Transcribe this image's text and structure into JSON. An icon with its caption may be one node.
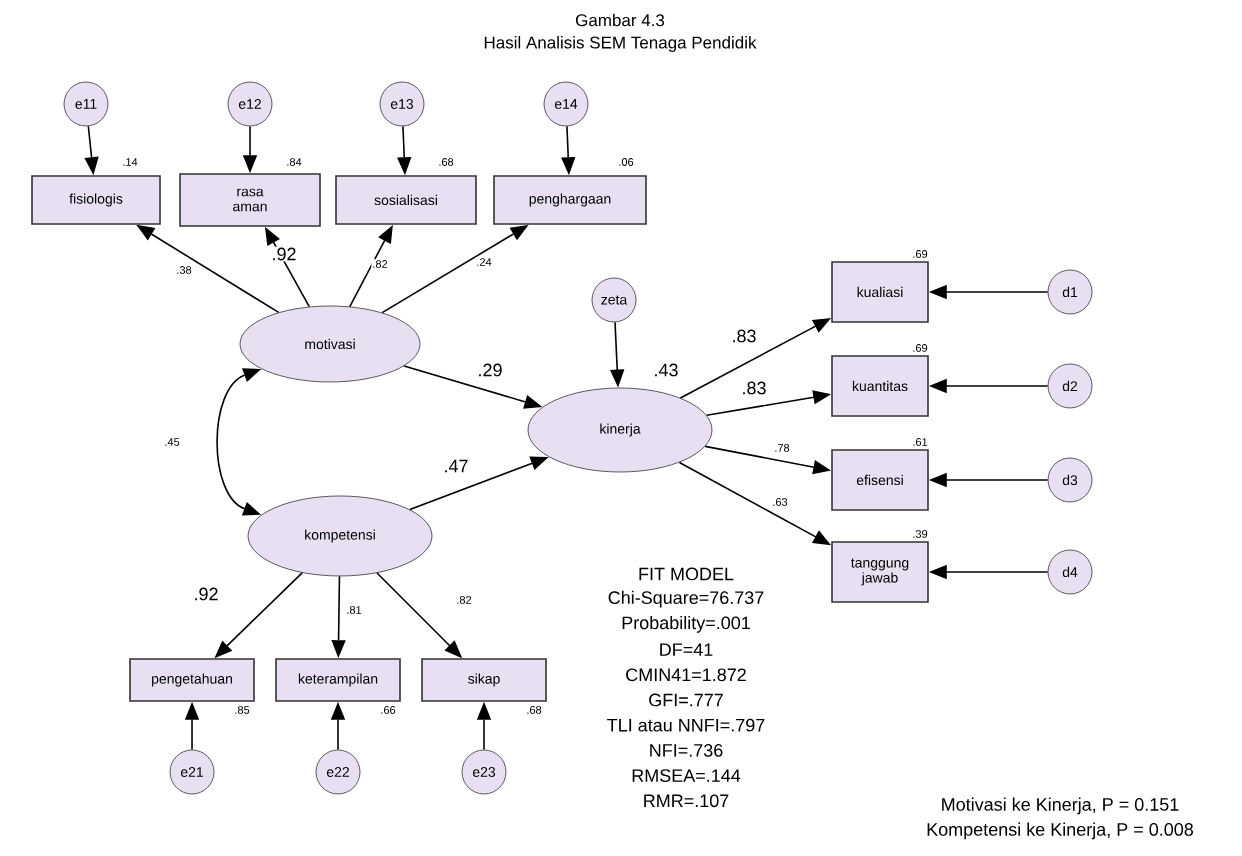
{
  "diagram": {
    "title": "Gambar 4.3",
    "caption": "Hasil Analisis SEM Tenaga Pendidik",
    "nodes": [
      {
        "text": [
          "e11"
        ]
      },
      {
        "text": [
          "e12"
        ]
      },
      {
        "text": [
          "e13"
        ]
      },
      {
        "text": [
          "e14"
        ]
      },
      {
        "text": [
          "fisiologis"
        ],
        "beside": [
          ".14"
        ]
      },
      {
        "text": [
          "rasa aman"
        ],
        "beside": [
          ".84"
        ]
      },
      {
        "text": [
          "sosialisasi"
        ],
        "beside": [
          ".68"
        ]
      },
      {
        "text": [
          "penghargaan"
        ],
        "beside": [
          ".06"
        ]
      },
      {
        "text": [
          "motivasi"
        ]
      },
      {
        "text": [
          "zeta"
        ]
      },
      {
        "text": [
          "kinerja"
        ],
        "beside": [
          ".43"
        ]
      },
      {
        "text": [
          "kompetensi"
        ]
      },
      {
        "text": [
          "kualiasi"
        ],
        "beside": [
          ".69"
        ]
      },
      {
        "text": [
          "kuantitas"
        ],
        "beside": [
          ".69"
        ]
      },
      {
        "text": [
          "efisensi"
        ],
        "beside": [
          ".61"
        ]
      },
      {
        "text": [
          "tanggung jawab"
        ],
        "beside": [
          ".39"
        ]
      },
      {
        "text": [
          "d1"
        ]
      },
      {
        "text": [
          "d2"
        ]
      },
      {
        "text": [
          "d3"
        ]
      },
      {
        "text": [
          "d4"
        ]
      },
      {
        "text": [
          "pengetahuan"
        ],
        "beside": [
          ".85"
        ]
      },
      {
        "text": [
          "keterampilan"
        ],
        "beside": [
          ".66"
        ]
      },
      {
        "text": [
          "sikap"
        ],
        "beside": [
          ".68"
        ]
      },
      {
        "text": [
          "e21"
        ]
      },
      {
        "text": [
          "e22"
        ]
      },
      {
        "text": [
          "e23"
        ]
      }
    ],
    "edges": [
      {
        "from": 0,
        "to": 4,
        "arrow": "to"
      },
      {
        "from": 1,
        "to": 5,
        "arrow": "to"
      },
      {
        "from": 2,
        "to": 6,
        "arrow": "to"
      },
      {
        "from": 3,
        "to": 7,
        "arrow": "to"
      },
      {
        "from": 8,
        "to": 4,
        "arrow": "to",
        "label": ".38"
      },
      {
        "from": 8,
        "to": 5,
        "arrow": "to",
        "label": ".92"
      },
      {
        "from": 8,
        "to": 6,
        "arrow": "to",
        "label": ".82"
      },
      {
        "from": 8,
        "to": 7,
        "arrow": "to",
        "label": ".24"
      },
      {
        "from": 8,
        "to": 10,
        "arrow": "to",
        "label": ".29"
      },
      {
        "from": 8,
        "to": 11,
        "arrow": "both",
        "label": ".45"
      },
      {
        "from": 11,
        "to": 10,
        "arrow": "to",
        "label": ".47"
      },
      {
        "from": 9,
        "to": 10,
        "arrow": "to"
      },
      {
        "from": 10,
        "to": 12,
        "arrow": "to",
        "label": ".83"
      },
      {
        "from": 10,
        "to": 13,
        "arrow": "to",
        "label": ".83"
      },
      {
        "from": 10,
        "to": 14,
        "arrow": "to",
        "label": ".78"
      },
      {
        "from": 10,
        "to": 15,
        "arrow": "to",
        "label": ".63"
      },
      {
        "from": 16,
        "to": 12,
        "arrow": "to"
      },
      {
        "from": 17,
        "to": 13,
        "arrow": "to"
      },
      {
        "from": 18,
        "to": 14,
        "arrow": "to"
      },
      {
        "from": 19,
        "to": 15,
        "arrow": "to"
      },
      {
        "from": 11,
        "to": 20,
        "arrow": "to",
        "label": ".92"
      },
      {
        "from": 11,
        "to": 21,
        "arrow": "to",
        "label": ".81"
      },
      {
        "from": 11,
        "to": 22,
        "arrow": "to",
        "label": ".82"
      },
      {
        "from": 23,
        "to": 20,
        "arrow": "to"
      },
      {
        "from": 24,
        "to": 21,
        "arrow": "to"
      },
      {
        "from": 25,
        "to": 22,
        "arrow": "to"
      }
    ],
    "labels": [
      "FIT MODEL",
      "Chi-Square=76.737",
      "Probability=.001",
      "DF=41",
      "CMIN41=1.872",
      "GFI=.777",
      "TLI atau NNFI=.797",
      "NFI=.736",
      "RMSEA=.144",
      "RMR=.107",
      "Motivasi ke Kinerja, P = 0.151",
      "Kompetensi ke Kinerja, P = 0.008"
    ]
  }
}
